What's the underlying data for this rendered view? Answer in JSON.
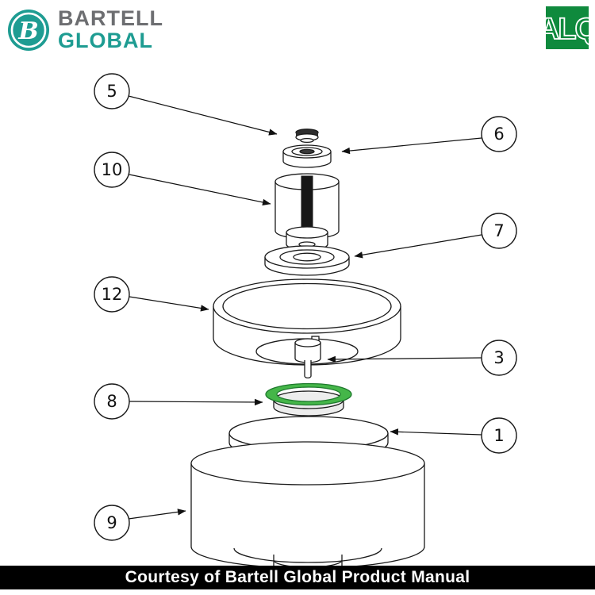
{
  "header": {
    "brand": {
      "monogram": "B",
      "line1": "BARTELL",
      "line2": "GLOBAL",
      "icon_color": "#1e9c92",
      "line1_color": "#6d6e71",
      "line2_color": "#1e9c92"
    },
    "partner_logo": {
      "text": "ALQ",
      "bg_color": "#0f8a3d",
      "text_color": "#ffffff"
    }
  },
  "diagram": {
    "type": "exploded-parts-diagram",
    "highlight_color": "#45b649",
    "line_color": "#1a1a1a",
    "callouts": [
      {
        "label": "5"
      },
      {
        "label": "6"
      },
      {
        "label": "10"
      },
      {
        "label": "7"
      },
      {
        "label": "12"
      },
      {
        "label": "3"
      },
      {
        "label": "8"
      },
      {
        "label": "1"
      },
      {
        "label": "9"
      }
    ]
  },
  "footer": {
    "caption": "Courtesy of Bartell Global Product Manual",
    "bg_color": "#000000",
    "text_color": "#ffffff"
  }
}
